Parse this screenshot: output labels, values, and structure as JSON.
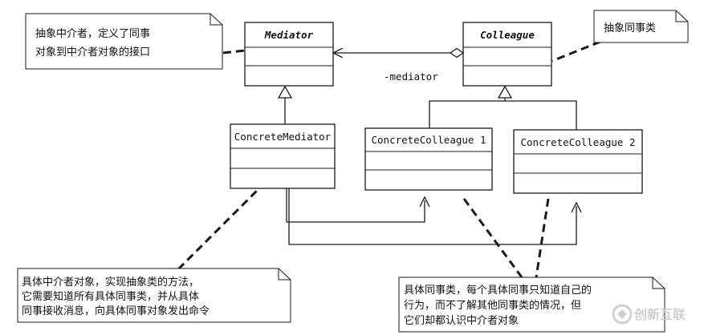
{
  "classes": {
    "mediator": "Mediator",
    "colleague": "Colleague",
    "concrete_mediator": "ConcreteMediator",
    "concrete_colleague_1": "ConcreteColleague 1",
    "concrete_colleague_2": "ConcreteColleague 2"
  },
  "association_role": "-mediator",
  "notes": {
    "mediator_note": [
      "抽象中介者，定义了同事",
      "对象到中介者对象的接口"
    ],
    "colleague_note": [
      "抽象同事类"
    ],
    "concrete_mediator_note": [
      "具体中介者对象，实现抽象类的方法，",
      "它需要知道所有具体同事类，并从具体",
      "同事接收消息，向具体同事对象发出命令"
    ],
    "concrete_colleague_note": [
      "具体同事类，每个具体同事只知道自己的",
      "行为，而不了解其他同事类的情况，但",
      "它们却都认识中介者对象"
    ]
  },
  "watermark": "创新互联",
  "colors": {
    "line": "#1a1a1a",
    "box_fill": "#ffffff",
    "watermark": "#c8c8c8"
  }
}
